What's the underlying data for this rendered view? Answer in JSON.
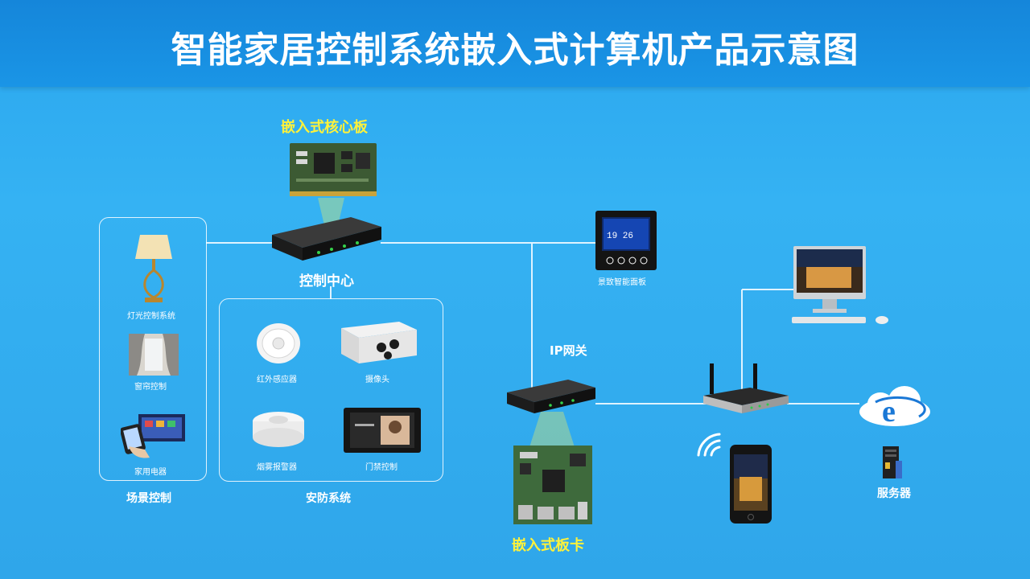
{
  "title": "智能家居控制系统嵌入式计算机产品示意图",
  "nodes": {
    "core_board": "嵌入式核心板",
    "control_center": "控制中心",
    "smart_panel": "景致智能面板",
    "ip_gateway": "IP网关",
    "embedded_card": "嵌入式板卡",
    "server": "服务器",
    "lighting": "灯光控制系统",
    "curtain": "窗帘控制",
    "appliance": "家用电器",
    "scene_control": "场景控制",
    "ir_sensor": "红外感应器",
    "camera": "摄像头",
    "smoke_alarm": "烟雾报警器",
    "access_control": "门禁控制",
    "security_system": "安防系统"
  },
  "colors": {
    "background": "#2fa8ee",
    "header": "#1586da",
    "highlight_label": "#fff23a",
    "line": "#ffffff"
  }
}
